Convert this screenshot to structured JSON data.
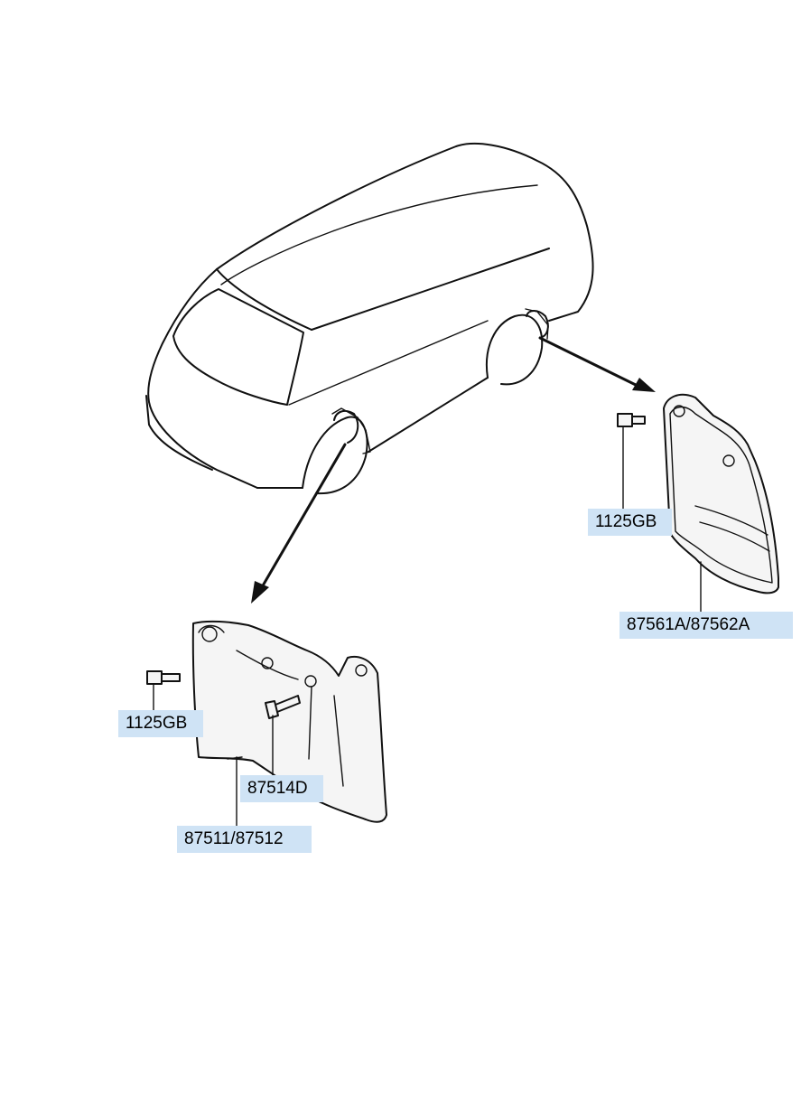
{
  "labels": {
    "bolt_right": "1125GB",
    "mudguard_rear": "87561A/87562A",
    "bolt_left": "1125GB",
    "screw": "87514D",
    "mudguard_front": "87511/87512"
  }
}
